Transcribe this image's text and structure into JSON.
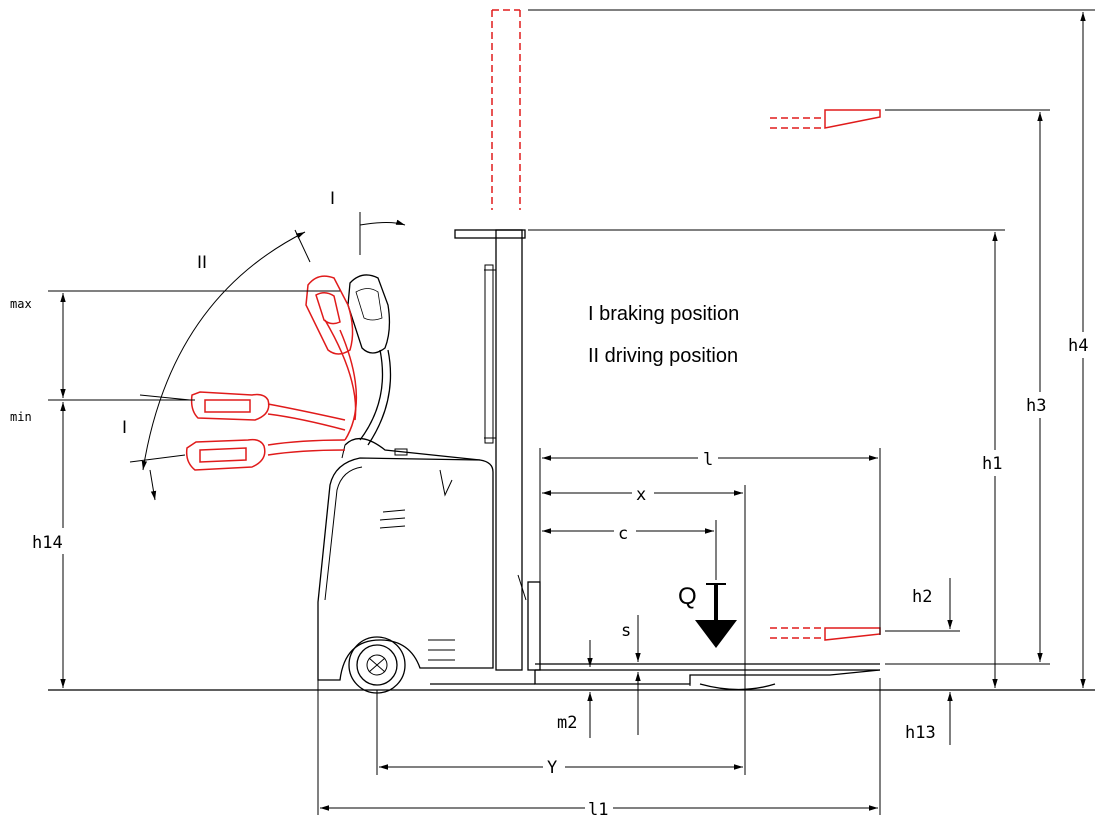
{
  "legend": {
    "braking": "I  braking position",
    "driving": "II  driving position"
  },
  "angle_labels": {
    "upper_I": "I",
    "upper_II": "II",
    "lower_I": "I"
  },
  "tiller_labels": {
    "max": "max",
    "min": "min"
  },
  "dimensions": {
    "h14": "h14",
    "h1": "h1",
    "h3": "h3",
    "h4": "h4",
    "h2": "h2",
    "h13": "h13",
    "l": "l",
    "x": "x",
    "c": "c",
    "s": "s",
    "m2": "m2",
    "Y": "Y",
    "l1": "l1",
    "Q": "Q"
  },
  "colors": {
    "raised_position": "#e01b1b",
    "lines": "#000000"
  }
}
